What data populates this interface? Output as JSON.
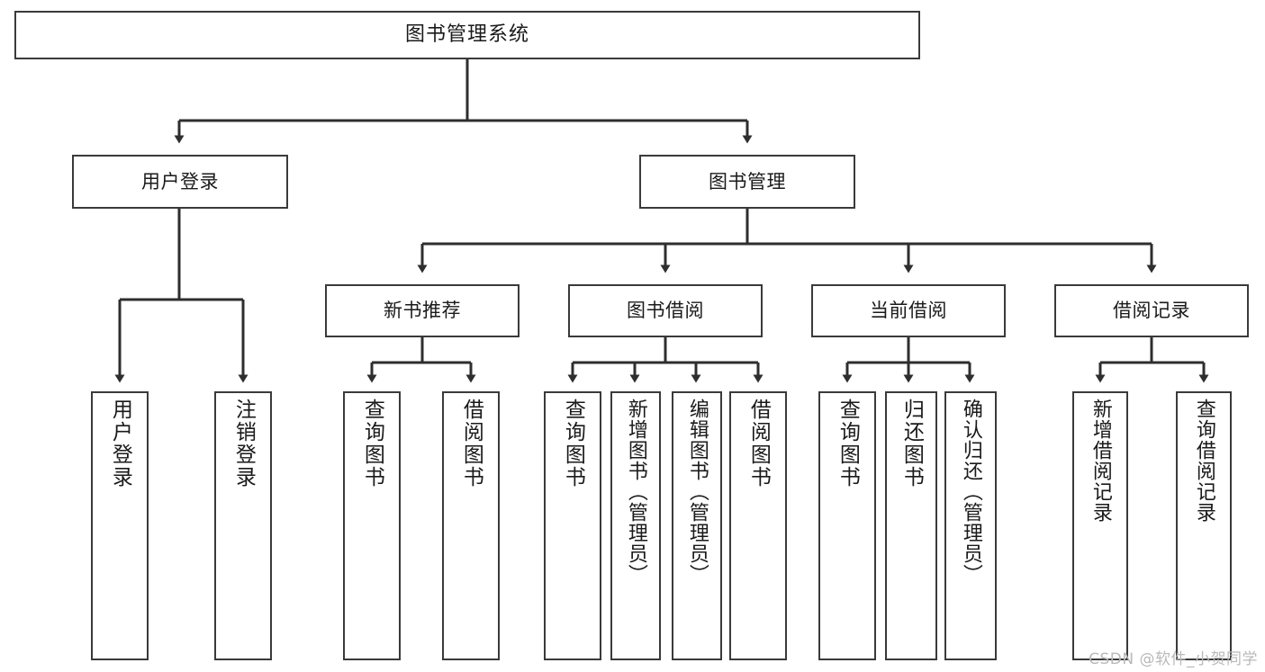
{
  "diagram": {
    "title": "图书管理系统",
    "type": "tree",
    "watermark": "CSDN @软件_小贺同学",
    "colors": {
      "background": "#ffffff",
      "border": "#3a3a3a",
      "text": "#1a1a1a",
      "connector": "#2e2e2e",
      "watermark": "#b9b9b9"
    },
    "root": {
      "label": "图书管理系统"
    },
    "level2": [
      {
        "label": "用户登录"
      },
      {
        "label": "图书管理"
      }
    ],
    "level3": [
      {
        "label": "新书推荐"
      },
      {
        "label": "图书借阅"
      },
      {
        "label": "当前借阅"
      },
      {
        "label": "借阅记录"
      }
    ],
    "leaves": {
      "user_login": [
        {
          "label": "用户登录"
        },
        {
          "label": "注销登录"
        }
      ],
      "new_book_recommend": [
        {
          "label": "查询图书"
        },
        {
          "label": "借阅图书"
        }
      ],
      "book_borrow": [
        {
          "label": "查询图书"
        },
        {
          "label": "新增图书（管理员）"
        },
        {
          "label": "编辑图书（管理员）"
        },
        {
          "label": "借阅图书"
        }
      ],
      "current_borrow": [
        {
          "label": "查询图书"
        },
        {
          "label": "归还图书"
        },
        {
          "label": "确认归还（管理员）"
        }
      ],
      "borrow_record": [
        {
          "label": "新增借阅记录"
        },
        {
          "label": "查询借阅记录"
        }
      ]
    }
  }
}
